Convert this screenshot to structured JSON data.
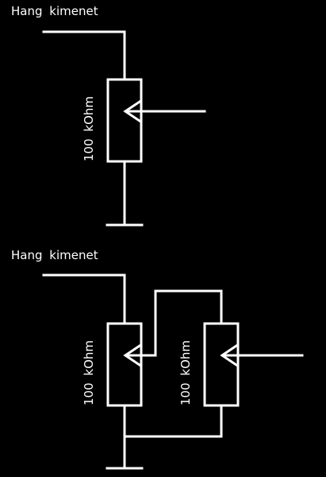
{
  "colors": {
    "background": "#000000",
    "line": "#ffffff",
    "text": "#ffffff"
  },
  "diagram_top": {
    "output_label": "Hang kimenet",
    "potentiometer": {
      "resistance_label": "100 kOhm",
      "icon": "potentiometer-icon"
    },
    "ground_icon": "ground-icon"
  },
  "diagram_bottom": {
    "output_label": "Hang kimenet",
    "potentiometer_left": {
      "resistance_label": "100 kOhm",
      "icon": "potentiometer-icon"
    },
    "potentiometer_right": {
      "resistance_label": "100 kOhm",
      "icon": "potentiometer-icon"
    },
    "ground_icon": "ground-icon"
  }
}
